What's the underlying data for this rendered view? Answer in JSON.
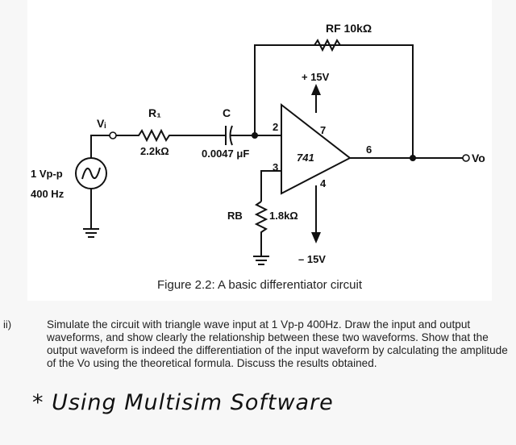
{
  "circuit": {
    "rf_label": "RF 10kΩ",
    "r1_label": "R₁",
    "r1_value": "2.2kΩ",
    "c_label": "C",
    "c_value": "0.0047 μF",
    "rb_label": "RB",
    "rb_value": "1.8kΩ",
    "vplus_label": "+ 15V",
    "vminus_label": "– 15V",
    "opamp_label": "741",
    "pin2": "2",
    "pin3": "3",
    "pin4": "4",
    "pin6": "6",
    "pin7": "7",
    "vi_label": "Vᵢ",
    "vo_label": "Vo",
    "source_amplitude": "1 Vp-p",
    "source_frequency": "400 Hz"
  },
  "caption": "Figure 2.2: A basic differentiator circuit",
  "question": {
    "number": "ii)",
    "text": "Simulate the circuit with triangle wave input at 1 Vp-p 400Hz. Draw the input and output waveforms, and show clearly the relationship between these two waveforms. Show that the output waveform is indeed the differentiation of the input waveform by calculating the amplitude of the Vo using the theoretical formula. Discuss the results obtained."
  },
  "handwritten_note": "* Using Multisim Software"
}
